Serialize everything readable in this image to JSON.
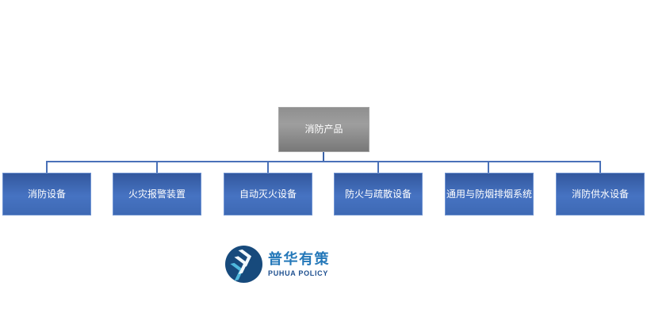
{
  "diagram": {
    "root": {
      "label": "消防产品"
    },
    "children": [
      {
        "label": "消防设备"
      },
      {
        "label": "火灾报警装置"
      },
      {
        "label": "自动灭火设备"
      },
      {
        "label": "防火与疏散设备"
      },
      {
        "label": "通用与防烟排烟系统"
      },
      {
        "label": "消防供水设备"
      }
    ]
  },
  "logo": {
    "name": "普华有策",
    "subtitle": "PUHUA POLICY"
  },
  "colors": {
    "root_node_gray": "#8f8f8f",
    "child_node_blue": "#4673c2",
    "child_node_blue_dark": "#33589e",
    "connector_blue": "#4a71b8",
    "node_text_white": "#ffffff",
    "logo_name_blue": "#2478b9",
    "logo_subtitle_navy": "#1d4f8f",
    "logo_circle_navy": "#174a7c",
    "logo_chevron_white": "#f2f9fd",
    "logo_chevron_cyan": "#4fb8dc",
    "background": "#ffffff"
  }
}
